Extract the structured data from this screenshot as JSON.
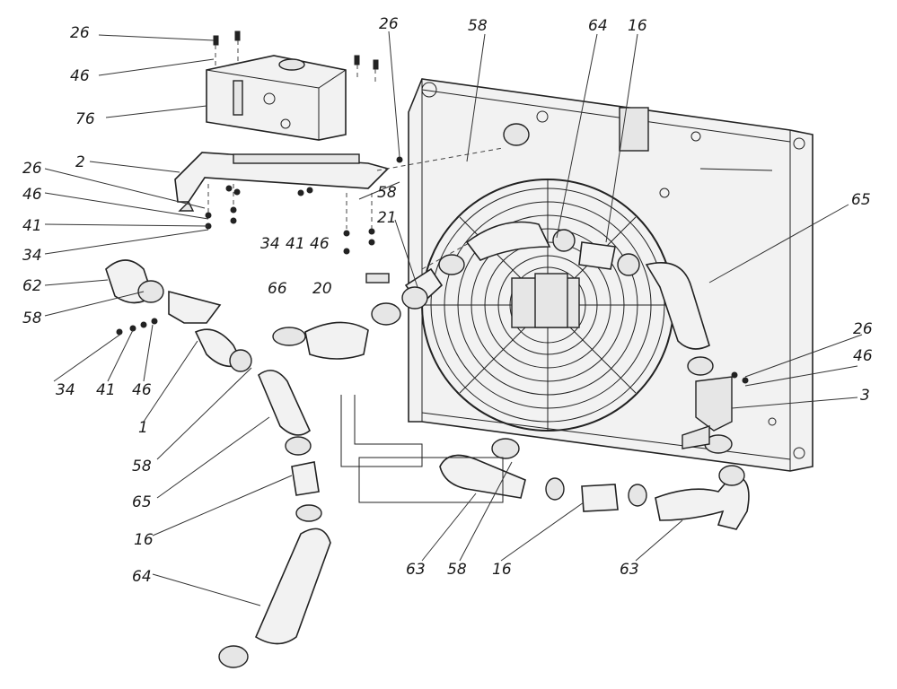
{
  "callouts": [
    {
      "id": "c-26-a",
      "text": "26"
    },
    {
      "id": "c-46-a",
      "text": "46"
    },
    {
      "id": "c-76",
      "text": "76"
    },
    {
      "id": "c-2",
      "text": "2"
    },
    {
      "id": "c-26-b",
      "text": "26"
    },
    {
      "id": "c-46-b",
      "text": "46"
    },
    {
      "id": "c-41-a",
      "text": "41"
    },
    {
      "id": "c-34-a",
      "text": "34"
    },
    {
      "id": "c-62",
      "text": "62"
    },
    {
      "id": "c-58-a",
      "text": "58"
    },
    {
      "id": "c-34-b",
      "text": "34"
    },
    {
      "id": "c-41-b",
      "text": "41"
    },
    {
      "id": "c-46-c",
      "text": "46"
    },
    {
      "id": "c-1",
      "text": "1"
    },
    {
      "id": "c-58-b",
      "text": "58"
    },
    {
      "id": "c-65-a",
      "text": "65"
    },
    {
      "id": "c-16-a",
      "text": "16"
    },
    {
      "id": "c-64-a",
      "text": "64"
    },
    {
      "id": "c-26-c",
      "text": "26"
    },
    {
      "id": "c-58-c",
      "text": "58"
    },
    {
      "id": "c-64-b",
      "text": "64"
    },
    {
      "id": "c-16-b",
      "text": "16"
    },
    {
      "id": "c-58-d",
      "text": "58"
    },
    {
      "id": "c-21",
      "text": "21"
    },
    {
      "id": "c-34-c",
      "text": "34"
    },
    {
      "id": "c-41-c",
      "text": "41"
    },
    {
      "id": "c-46-d",
      "text": "46"
    },
    {
      "id": "c-66",
      "text": "66"
    },
    {
      "id": "c-20",
      "text": "20"
    },
    {
      "id": "c-65-b",
      "text": "65"
    },
    {
      "id": "c-26-d",
      "text": "26"
    },
    {
      "id": "c-46-e",
      "text": "46"
    },
    {
      "id": "c-3",
      "text": "3"
    },
    {
      "id": "c-63-a",
      "text": "63"
    },
    {
      "id": "c-58-e",
      "text": "58"
    },
    {
      "id": "c-16-c",
      "text": "16"
    },
    {
      "id": "c-63-b",
      "text": "63"
    }
  ]
}
